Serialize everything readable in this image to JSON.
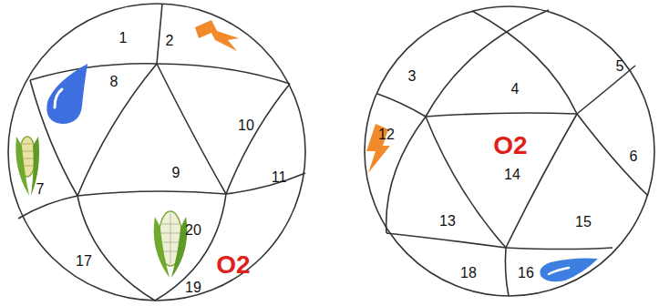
{
  "diagram": {
    "labels": [
      "1",
      "2",
      "3",
      "4",
      "5",
      "8",
      "12",
      "10",
      "O2",
      "9",
      "14",
      "11",
      "6",
      "7",
      "20",
      "13",
      "15",
      "17",
      "18",
      "16",
      "19",
      "O2"
    ]
  }
}
